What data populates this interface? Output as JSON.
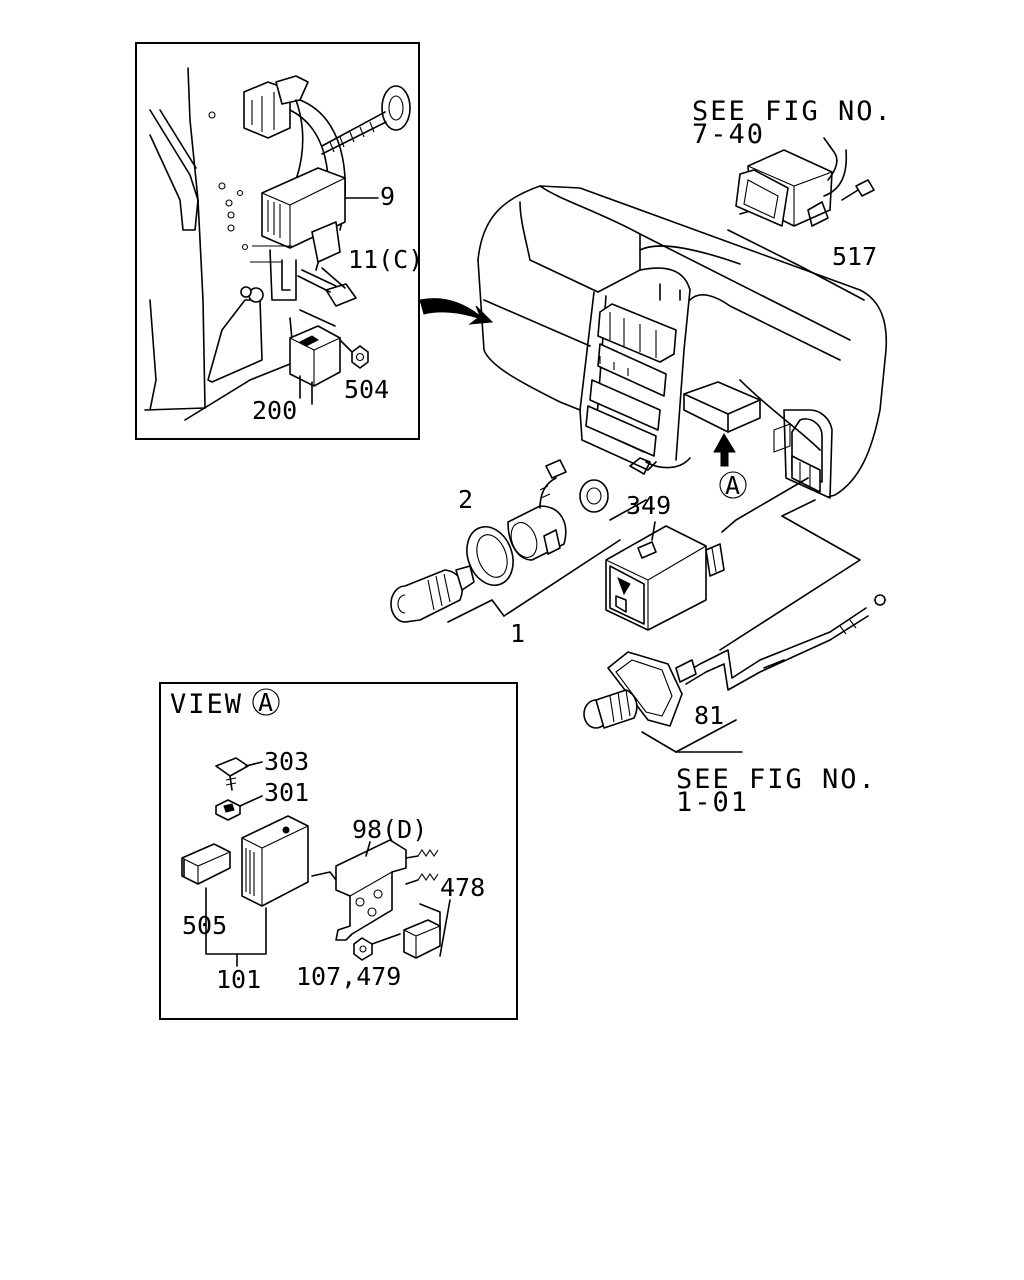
{
  "labels": {
    "p9": "9",
    "p11c": "11(C)",
    "p504": "504",
    "p200": "200",
    "see_fig_740_line1": "SEE FIG NO.",
    "see_fig_740_line2": "7-40",
    "p517": "517",
    "p2": "2",
    "p349": "349",
    "arrow_a": "A",
    "p1": "1",
    "p81": "81",
    "see_fig_101_line1": "SEE FIG NO.",
    "see_fig_101_line2": "1-01",
    "view_a_title": "VIEW",
    "view_a_circle": "A",
    "p303": "303",
    "p301": "301",
    "p98d": "98(D)",
    "p478": "478",
    "p505": "505",
    "p101": "101",
    "p107_479": "107,479"
  }
}
